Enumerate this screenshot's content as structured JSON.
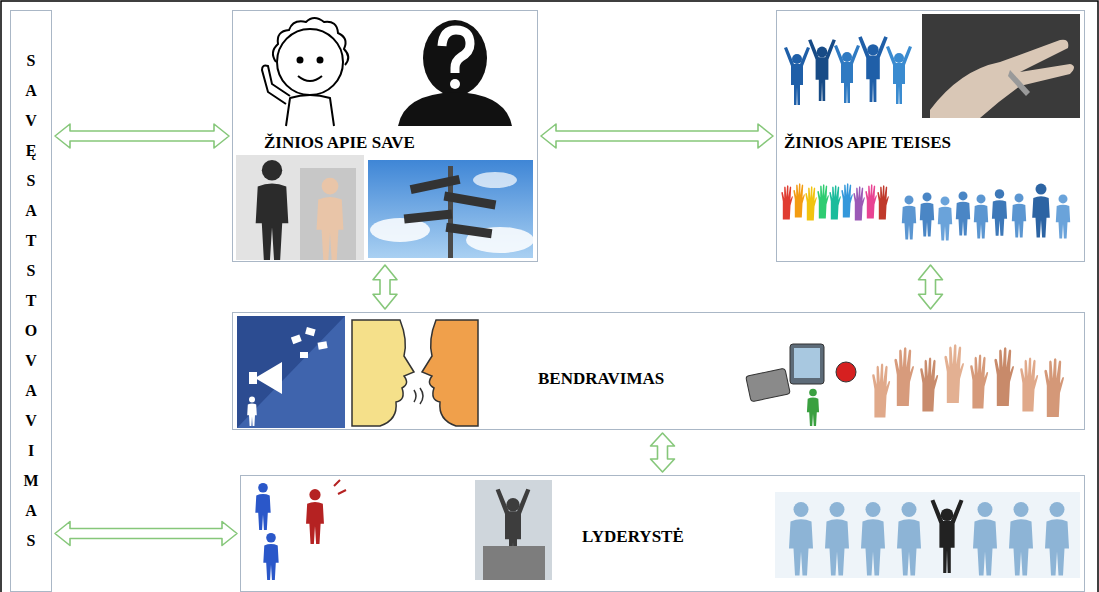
{
  "diagram": {
    "nodes": [
      {
        "text": [
          "SAVĘS ATSTOVAVIMAS"
        ]
      },
      {
        "text": [
          "ŽINIOS APIE SAVE"
        ]
      },
      {
        "text": [
          "ŽINIOS APIE TEISES"
        ]
      },
      {
        "text": [
          "BENDRAVIMAS"
        ]
      },
      {
        "text": [
          "LYDERYSTĖ"
        ]
      }
    ],
    "edges": [
      {
        "from": 0,
        "to": 1,
        "arrow": "both"
      },
      {
        "from": 1,
        "to": 2,
        "arrow": "both"
      },
      {
        "from": 1,
        "to": 3,
        "arrow": "both"
      },
      {
        "from": 2,
        "to": 3,
        "arrow": "both"
      },
      {
        "from": 3,
        "to": 4,
        "arrow": "both"
      },
      {
        "from": 0,
        "to": 4,
        "arrow": "both"
      }
    ]
  }
}
